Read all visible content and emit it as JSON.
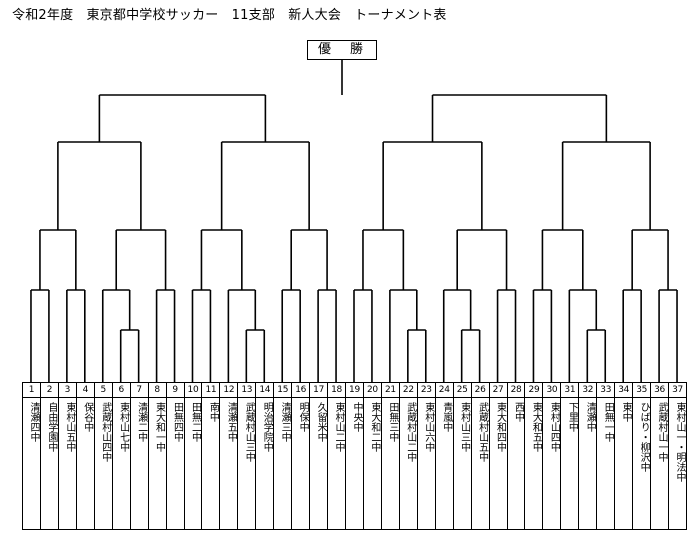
{
  "title": "令和2年度　東京都中学校サッカー　11支部　新人大会　トーナメント表",
  "champion_label": "優　勝",
  "teams": [
    {
      "num": "1",
      "name": "清瀬四中"
    },
    {
      "num": "2",
      "name": "自由学園中"
    },
    {
      "num": "3",
      "name": "東村山五中"
    },
    {
      "num": "4",
      "name": "保谷中"
    },
    {
      "num": "5",
      "name": "武蔵村山四中"
    },
    {
      "num": "6",
      "name": "東村山七中"
    },
    {
      "num": "7",
      "name": "清瀬二中"
    },
    {
      "num": "8",
      "name": "東大和一中"
    },
    {
      "num": "9",
      "name": "田無四中"
    },
    {
      "num": "10",
      "name": "田無二中"
    },
    {
      "num": "11",
      "name": "南中"
    },
    {
      "num": "12",
      "name": "清瀬五中"
    },
    {
      "num": "13",
      "name": "武蔵村山三中"
    },
    {
      "num": "14",
      "name": "明治学院中"
    },
    {
      "num": "15",
      "name": "清瀬三中"
    },
    {
      "num": "16",
      "name": "明保中"
    },
    {
      "num": "17",
      "name": "久留米中"
    },
    {
      "num": "18",
      "name": "東村山二中"
    },
    {
      "num": "19",
      "name": "中央中"
    },
    {
      "num": "20",
      "name": "東大和二中"
    },
    {
      "num": "21",
      "name": "田無三中"
    },
    {
      "num": "22",
      "name": "武蔵村山二中"
    },
    {
      "num": "23",
      "name": "東村山六中"
    },
    {
      "num": "24",
      "name": "青嵐中"
    },
    {
      "num": "25",
      "name": "東村山三中"
    },
    {
      "num": "26",
      "name": "武蔵村山五中"
    },
    {
      "num": "27",
      "name": "東大和四中"
    },
    {
      "num": "28",
      "name": "西中"
    },
    {
      "num": "29",
      "name": "東大和五中"
    },
    {
      "num": "30",
      "name": "東村山四中"
    },
    {
      "num": "31",
      "name": "下里中"
    },
    {
      "num": "32",
      "name": "清瀬中"
    },
    {
      "num": "33",
      "name": "田無一中"
    },
    {
      "num": "34",
      "name": "東中"
    },
    {
      "num": "35",
      "name": "ひばり・柳沢中"
    },
    {
      "num": "36",
      "name": "武蔵村山一中"
    },
    {
      "num": "37",
      "name": "東村山一・明法中"
    }
  ]
}
